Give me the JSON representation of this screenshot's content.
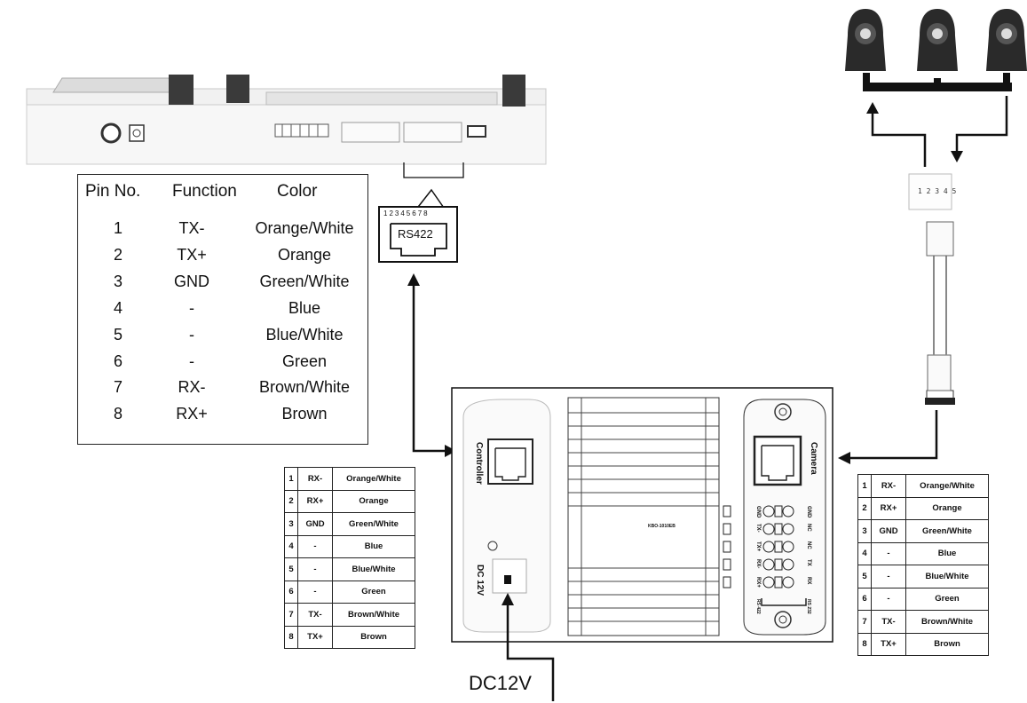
{
  "rs422_port": {
    "label": "RS422",
    "pin_numbers": "12345678"
  },
  "main_table": {
    "headers": [
      "Pin No.",
      "Function",
      "Color"
    ],
    "rows": [
      {
        "pin": "1",
        "function": "TX-",
        "color": "Orange/White"
      },
      {
        "pin": "2",
        "function": "TX+",
        "color": "Orange"
      },
      {
        "pin": "3",
        "function": "GND",
        "color": "Green/White"
      },
      {
        "pin": "4",
        "function": "-",
        "color": "Blue"
      },
      {
        "pin": "5",
        "function": "-",
        "color": "Blue/White"
      },
      {
        "pin": "6",
        "function": "-",
        "color": "Green"
      },
      {
        "pin": "7",
        "function": "RX-",
        "color": "Brown/White"
      },
      {
        "pin": "8",
        "function": "RX+",
        "color": "Brown"
      }
    ]
  },
  "controller_side_table": {
    "rows": [
      {
        "pin": "1",
        "signal": "RX-",
        "color": "Orange/White"
      },
      {
        "pin": "2",
        "signal": "RX+",
        "color": "Orange"
      },
      {
        "pin": "3",
        "signal": "GND",
        "color": "Green/White"
      },
      {
        "pin": "4",
        "signal": "-",
        "color": "Blue"
      },
      {
        "pin": "5",
        "signal": "-",
        "color": "Blue/White"
      },
      {
        "pin": "6",
        "signal": "-",
        "color": "Green"
      },
      {
        "pin": "7",
        "signal": "TX-",
        "color": "Brown/White"
      },
      {
        "pin": "8",
        "signal": "TX+",
        "color": "Brown"
      }
    ]
  },
  "camera_side_table": {
    "rows": [
      {
        "pin": "1",
        "signal": "RX-",
        "color": "Orange/White"
      },
      {
        "pin": "2",
        "signal": "RX+",
        "color": "Orange"
      },
      {
        "pin": "3",
        "signal": "GND",
        "color": "Green/White"
      },
      {
        "pin": "4",
        "signal": "-",
        "color": "Blue"
      },
      {
        "pin": "5",
        "signal": "-",
        "color": "Blue/White"
      },
      {
        "pin": "6",
        "signal": "-",
        "color": "Green"
      },
      {
        "pin": "7",
        "signal": "TX-",
        "color": "Brown/White"
      },
      {
        "pin": "8",
        "signal": "TX+",
        "color": "Brown"
      }
    ]
  },
  "converter": {
    "controller_label": "Controller",
    "camera_label": "Camera",
    "dc_label": "DC 12V",
    "model": "KBO-1010EB",
    "terminal_left": [
      "GND",
      "TX-",
      "TX+",
      "RX-",
      "RX+"
    ],
    "terminal_right": [
      "GND",
      "NC",
      "NC",
      "TX",
      "RX"
    ],
    "rs422_tag": "RS 422",
    "rs232_tag": "RS 232"
  },
  "power": {
    "label": "DC12V"
  },
  "colors": {
    "line": "#111111",
    "device": "#e6e6e6",
    "device_dark": "#2a2a2a"
  }
}
